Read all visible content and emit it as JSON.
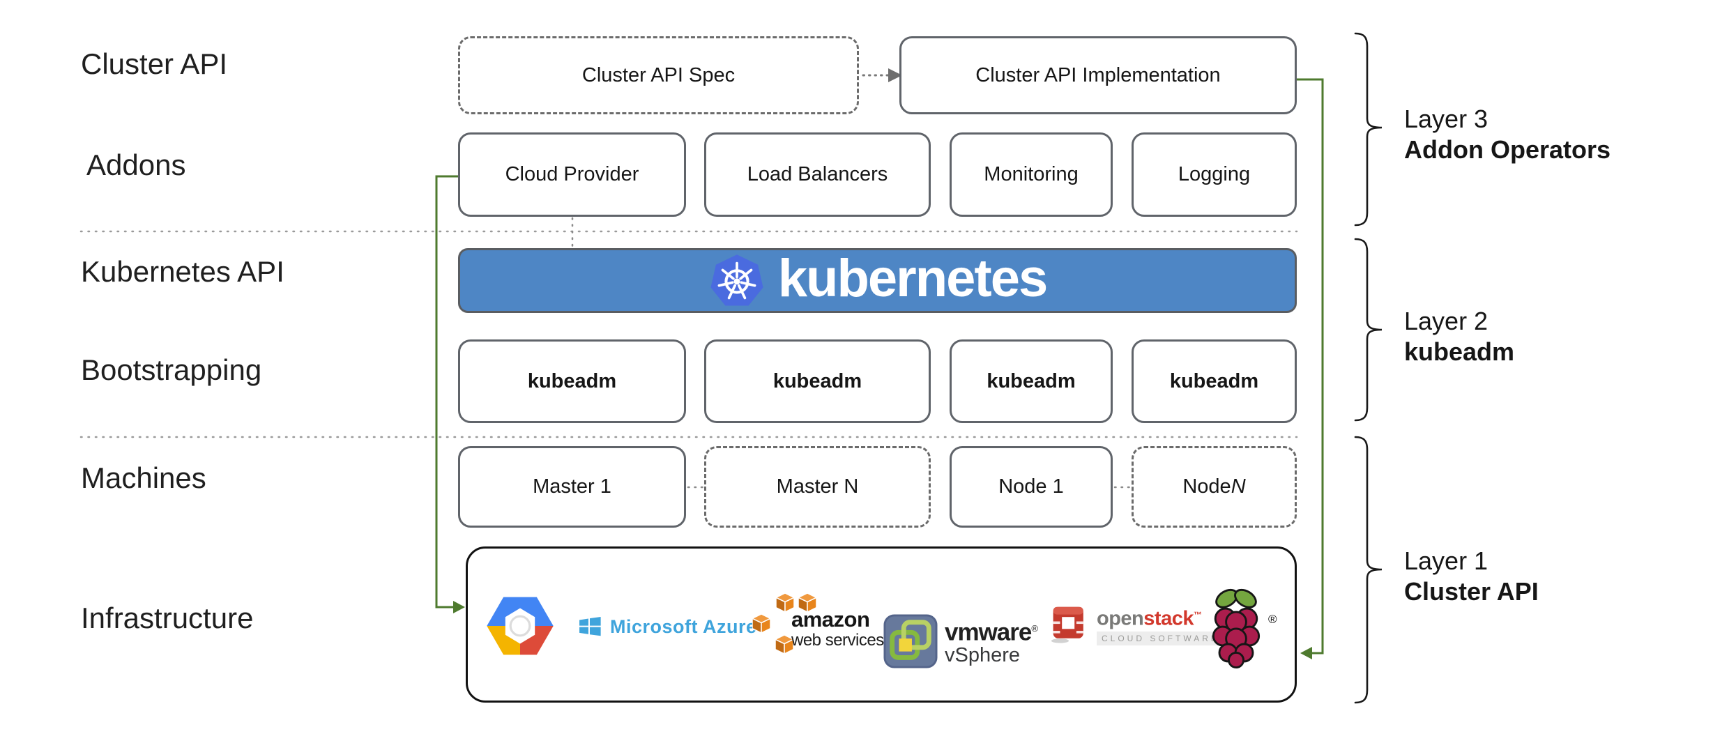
{
  "row_labels": {
    "cluster_api": "Cluster API",
    "addons": "Addons",
    "kubernetes_api": "Kubernetes API",
    "bootstrapping": "Bootstrapping",
    "machines": "Machines",
    "infrastructure": "Infrastructure"
  },
  "cluster_api_row": {
    "spec_label": "Cluster API Spec",
    "implementation_label": "Cluster API Implementation"
  },
  "addon_boxes": [
    {
      "label": "Cloud Provider"
    },
    {
      "label": "Load Balancers"
    },
    {
      "label": "Monitoring"
    },
    {
      "label": "Logging"
    }
  ],
  "kubernetes_banner": {
    "label": "kubernetes"
  },
  "bootstrap_boxes": [
    {
      "label": "kubeadm"
    },
    {
      "label": "kubeadm"
    },
    {
      "label": "kubeadm"
    },
    {
      "label": "kubeadm"
    }
  ],
  "machine_boxes": [
    {
      "label": "Master 1",
      "italic_suffix": ""
    },
    {
      "label": "Master N",
      "italic_suffix": ""
    },
    {
      "label": "Node 1",
      "italic_suffix": ""
    },
    {
      "label": "Node ",
      "italic_suffix": "N"
    }
  ],
  "layer_brackets": [
    {
      "title": "Layer 3",
      "subtitle": "Addon Operators"
    },
    {
      "title": "Layer 2",
      "subtitle": "kubeadm"
    },
    {
      "title": "Layer 1",
      "subtitle": "Cluster API"
    }
  ],
  "infrastructure_providers": {
    "google_cloud": {
      "icon": "google-cloud-hexagon-icon"
    },
    "azure": {
      "icon": "windows-flag-icon",
      "label": "Microsoft Azure"
    },
    "aws": {
      "icon": "aws-cubes-icon",
      "label": "amazon",
      "sublabel": "web services"
    },
    "vmware": {
      "icon": "vmware-vsphere-icon",
      "label": "vmware",
      "reg_mark": "®",
      "sublabel": "vSphere"
    },
    "openstack": {
      "icon": "openstack-cube-icon",
      "label_gray": "open",
      "label_red": "stack",
      "tm_mark": "™",
      "sublabel": "CLOUD SOFTWARE"
    },
    "raspberry_pi": {
      "icon": "raspberry-pi-icon",
      "reg_mark": "®"
    }
  },
  "colors": {
    "kubernetes_banner_blue": "#4e86c5",
    "kubernetes_logo_blue": "#4a6bdf",
    "connector_green": "#4e7a2e",
    "box_border_gray": "#60646a",
    "azure_blue": "#3fa4dc",
    "aws_orange": "#e8851c",
    "openstack_red": "#d2382c",
    "raspberry_crimson": "#ab1d4d",
    "leaf_green": "#74a63f"
  }
}
